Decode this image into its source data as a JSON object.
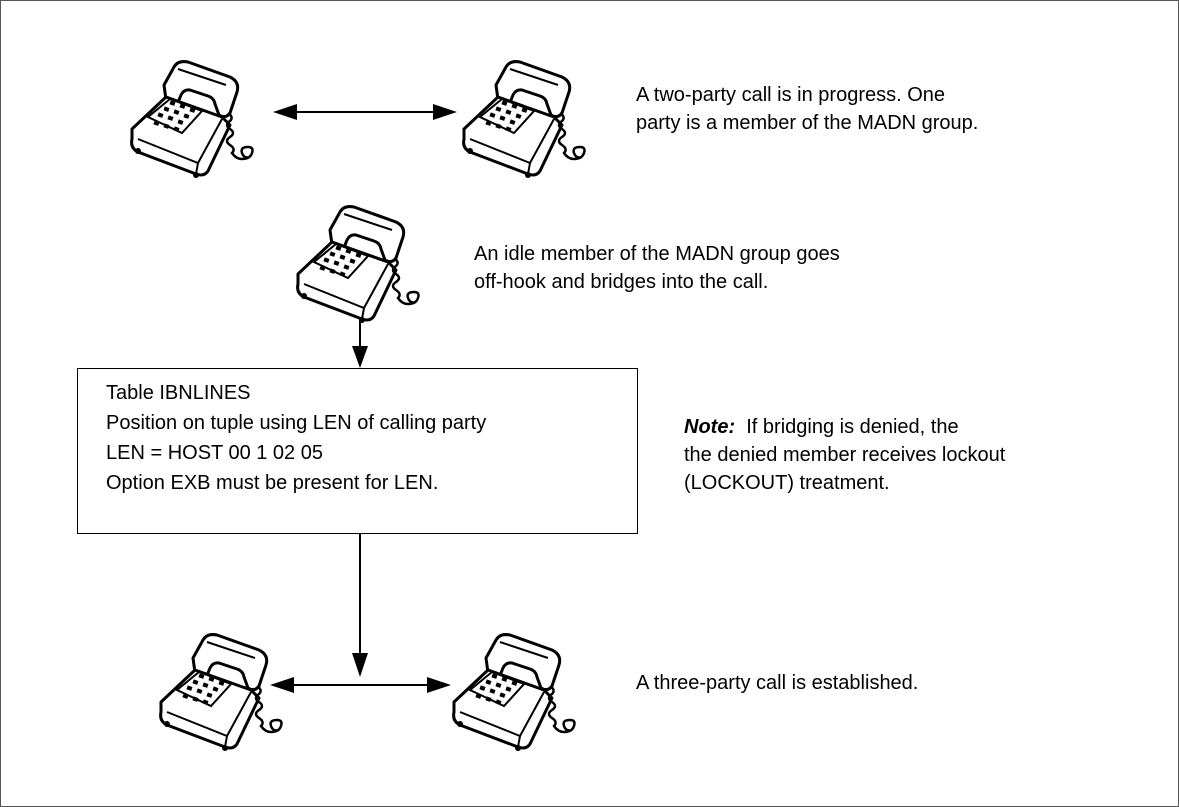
{
  "steps": {
    "two_party": [
      "A two-party call is in progress.   One",
      "party is a member of the MADN group."
    ],
    "bridge": [
      "An idle member of the MADN group goes",
      "off-hook and bridges into the call."
    ],
    "three_party": "A three-party call is established."
  },
  "table_box": {
    "lines": [
      "Table IBNLINES",
      "Position on tuple using LEN of calling party",
      "LEN = HOST 00 1 02 05",
      "Option EXB must be present for LEN."
    ]
  },
  "note": {
    "label": "Note:",
    "lines": [
      "If bridging is denied, the",
      "the denied member receives lockout",
      "(LOCKOUT) treatment."
    ]
  },
  "icons": {
    "telephone": "desk-telephone-icon"
  },
  "colors": {
    "line": "#000000",
    "frame": "#555555"
  }
}
